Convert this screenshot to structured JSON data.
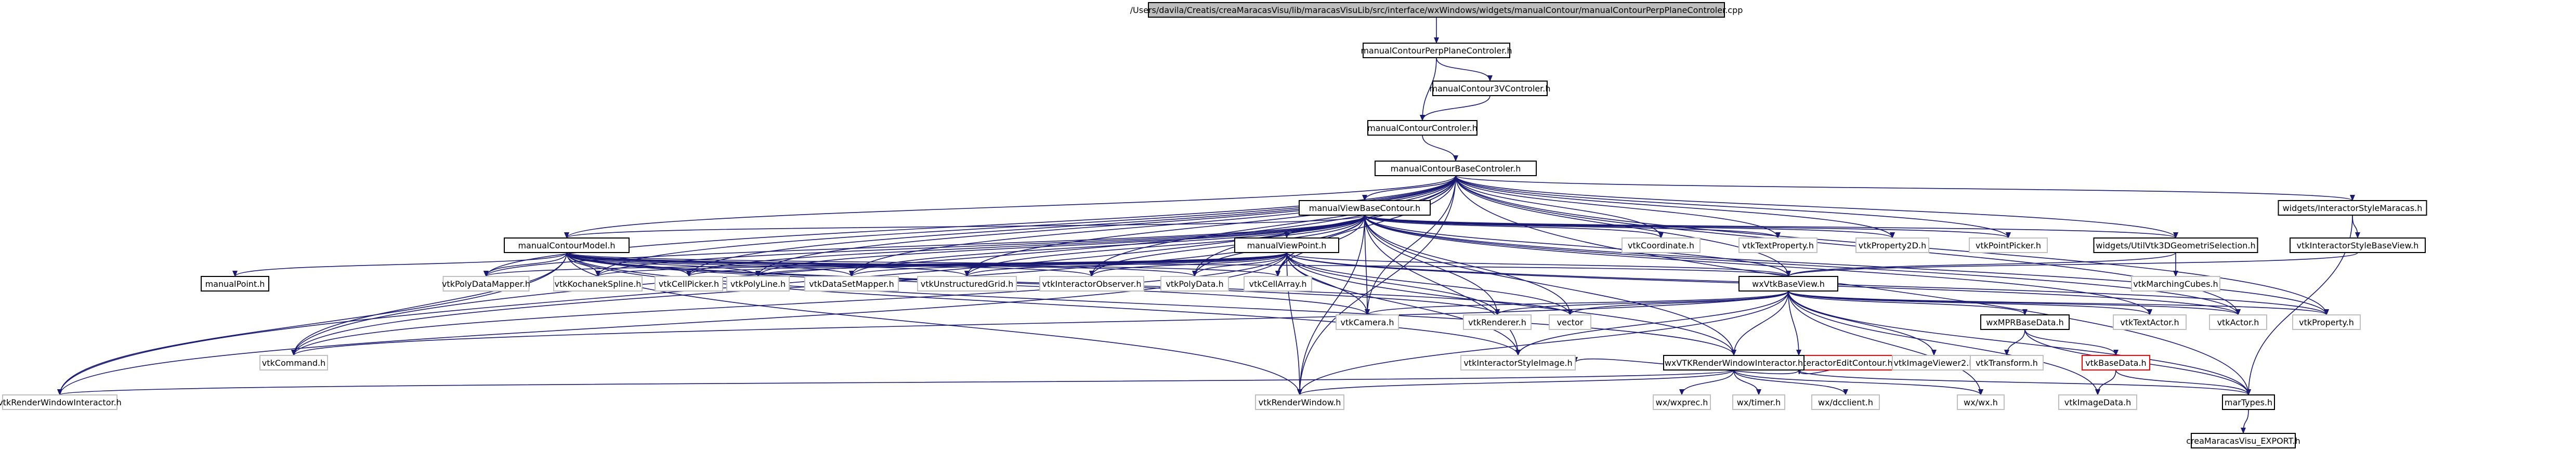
{
  "colors": {
    "edge": "#191970",
    "root_fill": "#bfbfbf",
    "box_border": "#000000",
    "plain_border": "#bfbfbf",
    "missing_border": "#ff0000"
  },
  "nodes": [
    {
      "id": "root",
      "label": "/Users/davila/Creatis/creaMaracasVisu/lib/maracasVisuLib/src/interface/wxWindows/widgets/manualContour/manualContourPerpPlaneControler.cpp",
      "style": "root"
    },
    {
      "id": "perp",
      "label": "manualContourPerpPlaneControler.h"
    },
    {
      "id": "ctr3v",
      "label": "manualContour3VControler.h"
    },
    {
      "id": "ctrl",
      "label": "manualContourControler.h"
    },
    {
      "id": "basectrl",
      "label": "manualContourBaseControler.h"
    },
    {
      "id": "viewbase",
      "label": "manualViewBaseContour.h"
    },
    {
      "id": "model",
      "label": "manualContourModel.h"
    },
    {
      "id": "viewpoint",
      "label": "manualViewPoint.h"
    },
    {
      "id": "manualpoint",
      "label": "manualPoint.h"
    },
    {
      "id": "wxvtkbase",
      "label": "wxVtkBaseView.h"
    },
    {
      "id": "wxrwi3d",
      "label": "wxVTKRenderWindowInteractorEditContour.h",
      "style": "red"
    },
    {
      "id": "wxrwi",
      "label": "wxVTKRenderWindowInteractor.h"
    },
    {
      "id": "wxmpr",
      "label": "wxMPRBaseData.h"
    },
    {
      "id": "vtkbasedata",
      "label": "vtkBaseData.h",
      "style": "red"
    },
    {
      "id": "martypes",
      "label": "marTypes.h"
    },
    {
      "id": "export",
      "label": "creaMaracasVisu_EXPORT.h"
    },
    {
      "id": "istyle",
      "label": "widgets/InteractorStyleMaracas.h"
    },
    {
      "id": "istylebase",
      "label": "vtkInteractorStyleBaseView.h"
    },
    {
      "id": "utilvtk",
      "label": "widgets/UtilVtk3DGeometriSelection.h"
    },
    {
      "id": "vtkmarching",
      "label": "vtkMarchingCubes.h",
      "style": "plain"
    },
    {
      "id": "vtkcoord",
      "label": "vtkCoordinate.h",
      "style": "plain"
    },
    {
      "id": "vtktextprop",
      "label": "vtkTextProperty.h",
      "style": "plain"
    },
    {
      "id": "vtkprop2d",
      "label": "vtkProperty2D.h",
      "style": "plain"
    },
    {
      "id": "vtkpointpicker",
      "label": "vtkPointPicker.h",
      "style": "plain"
    },
    {
      "id": "vtkpolymapper",
      "label": "vtkPolyDataMapper.h",
      "style": "plain"
    },
    {
      "id": "vtkkochanek",
      "label": "vtkKochanekSpline.h",
      "style": "plain"
    },
    {
      "id": "vtkcellpicker",
      "label": "vtkCellPicker.h",
      "style": "plain"
    },
    {
      "id": "vtkpolyline",
      "label": "vtkPolyLine.h",
      "style": "plain"
    },
    {
      "id": "vtkdsmapper",
      "label": "vtkDataSetMapper.h",
      "style": "plain"
    },
    {
      "id": "vtkugrid",
      "label": "vtkUnstructuredGrid.h",
      "style": "plain"
    },
    {
      "id": "vtkintobs",
      "label": "vtkInteractorObserver.h",
      "style": "plain"
    },
    {
      "id": "vtkpolydata",
      "label": "vtkPolyData.h",
      "style": "plain"
    },
    {
      "id": "vtkcellarray",
      "label": "vtkCellArray.h",
      "style": "plain"
    },
    {
      "id": "vtkcamera",
      "label": "vtkCamera.h",
      "style": "plain"
    },
    {
      "id": "vtkrenderer",
      "label": "vtkRenderer.h",
      "style": "plain"
    },
    {
      "id": "vector",
      "label": "vector",
      "style": "plain"
    },
    {
      "id": "vtktextactor",
      "label": "vtkTextActor.h",
      "style": "plain"
    },
    {
      "id": "vtkactor",
      "label": "vtkActor.h",
      "style": "plain"
    },
    {
      "id": "vtkproperty",
      "label": "vtkProperty.h",
      "style": "plain"
    },
    {
      "id": "vtkcommand",
      "label": "vtkCommand.h",
      "style": "plain"
    },
    {
      "id": "vtkistyleimage",
      "label": "vtkInteractorStyleImage.h",
      "style": "plain"
    },
    {
      "id": "vtkimageviewer2",
      "label": "vtkImageViewer2.h",
      "style": "plain"
    },
    {
      "id": "vtktransform",
      "label": "vtkTransform.h",
      "style": "plain"
    },
    {
      "id": "vtkrwi",
      "label": "vtkRenderWindowInteractor.h",
      "style": "plain"
    },
    {
      "id": "vtkrenderwindow",
      "label": "vtkRenderWindow.h",
      "style": "plain"
    },
    {
      "id": "wxwxprec",
      "label": "wx/wxprec.h",
      "style": "plain"
    },
    {
      "id": "wxtimer",
      "label": "wx/timer.h",
      "style": "plain"
    },
    {
      "id": "wxdcclient",
      "label": "wx/dcclient.h",
      "style": "plain"
    },
    {
      "id": "wxwx",
      "label": "wx/wx.h",
      "style": "plain"
    },
    {
      "id": "vtkimagedata",
      "label": "vtkImageData.h",
      "style": "plain"
    }
  ],
  "edges": [
    [
      "root",
      "perp"
    ],
    [
      "perp",
      "ctr3v"
    ],
    [
      "perp",
      "ctrl"
    ],
    [
      "ctr3v",
      "ctrl"
    ],
    [
      "ctrl",
      "basectrl"
    ],
    [
      "basectrl",
      "viewbase"
    ],
    [
      "basectrl",
      "model"
    ],
    [
      "basectrl",
      "istyle"
    ],
    [
      "basectrl",
      "utilvtk"
    ],
    [
      "basectrl",
      "wxvtkbase"
    ],
    [
      "basectrl",
      "vtkcoord"
    ],
    [
      "basectrl",
      "vtktextprop"
    ],
    [
      "basectrl",
      "vtkprop2d"
    ],
    [
      "basectrl",
      "vtkpointpicker"
    ],
    [
      "basectrl",
      "vtkpolymapper"
    ],
    [
      "basectrl",
      "vtkkochanek"
    ],
    [
      "basectrl",
      "vtkcellpicker"
    ],
    [
      "basectrl",
      "vtkpolyline"
    ],
    [
      "basectrl",
      "vtkdsmapper"
    ],
    [
      "basectrl",
      "vtkugrid"
    ],
    [
      "basectrl",
      "vtkintobs"
    ],
    [
      "basectrl",
      "vtkpolydata"
    ],
    [
      "basectrl",
      "vtkcellarray"
    ],
    [
      "basectrl",
      "vtkcommand"
    ],
    [
      "basectrl",
      "vtkrwi"
    ],
    [
      "basectrl",
      "vtkrenderwindow"
    ],
    [
      "basectrl",
      "martypes"
    ],
    [
      "basectrl",
      "vtkproperty"
    ],
    [
      "basectrl",
      "vtkcamera"
    ],
    [
      "basectrl",
      "vtkactor"
    ],
    [
      "viewbase",
      "model"
    ],
    [
      "viewbase",
      "viewpoint"
    ],
    [
      "viewbase",
      "wxvtkbase"
    ],
    [
      "viewbase",
      "utilvtk"
    ],
    [
      "viewbase",
      "vtkcoord"
    ],
    [
      "viewbase",
      "vtktextprop"
    ],
    [
      "viewbase",
      "vtkprop2d"
    ],
    [
      "viewbase",
      "vtkpointpicker"
    ],
    [
      "viewbase",
      "vtkpolymapper"
    ],
    [
      "viewbase",
      "vtkkochanek"
    ],
    [
      "viewbase",
      "vtkcellpicker"
    ],
    [
      "viewbase",
      "vtkpolyline"
    ],
    [
      "viewbase",
      "vtkdsmapper"
    ],
    [
      "viewbase",
      "vtkugrid"
    ],
    [
      "viewbase",
      "vtkintobs"
    ],
    [
      "viewbase",
      "vtkpolydata"
    ],
    [
      "viewbase",
      "vtkcellarray"
    ],
    [
      "viewbase",
      "vtkcamera"
    ],
    [
      "viewbase",
      "vtkrenderer"
    ],
    [
      "viewbase",
      "vector"
    ],
    [
      "viewbase",
      "vtktextactor"
    ],
    [
      "viewbase",
      "vtkactor"
    ],
    [
      "viewbase",
      "vtkproperty"
    ],
    [
      "viewbase",
      "wxrwi"
    ],
    [
      "viewbase",
      "vtkistyleimage"
    ],
    [
      "viewbase",
      "vtkrenderwindow"
    ],
    [
      "viewbase",
      "vtkcommand"
    ],
    [
      "model",
      "manualpoint"
    ],
    [
      "model",
      "vtkpolymapper"
    ],
    [
      "model",
      "vtkkochanek"
    ],
    [
      "model",
      "vtkcellpicker"
    ],
    [
      "model",
      "vtkpolyline"
    ],
    [
      "model",
      "vtkdsmapper"
    ],
    [
      "model",
      "vtkugrid"
    ],
    [
      "model",
      "vtkintobs"
    ],
    [
      "model",
      "vtkpolydata"
    ],
    [
      "model",
      "vtkcellarray"
    ],
    [
      "model",
      "vtkcamera"
    ],
    [
      "model",
      "vtkrenderer"
    ],
    [
      "model",
      "vector"
    ],
    [
      "model",
      "vtkcommand"
    ],
    [
      "model",
      "vtkrwi"
    ],
    [
      "model",
      "vtkrenderwindow"
    ],
    [
      "model",
      "vtkistyleimage"
    ],
    [
      "model",
      "wxrwi"
    ],
    [
      "model",
      "wxvtkbase"
    ],
    [
      "viewpoint",
      "wxvtkbase"
    ],
    [
      "viewpoint",
      "vtkpolymapper"
    ],
    [
      "viewpoint",
      "vtkkochanek"
    ],
    [
      "viewpoint",
      "vtkcellpicker"
    ],
    [
      "viewpoint",
      "vtkpolyline"
    ],
    [
      "viewpoint",
      "vtkdsmapper"
    ],
    [
      "viewpoint",
      "vtkugrid"
    ],
    [
      "viewpoint",
      "vtkintobs"
    ],
    [
      "viewpoint",
      "vtkpolydata"
    ],
    [
      "viewpoint",
      "vtkcellarray"
    ],
    [
      "viewpoint",
      "vtkcamera"
    ],
    [
      "viewpoint",
      "vtkrenderer"
    ],
    [
      "viewpoint",
      "vector"
    ],
    [
      "viewpoint",
      "vtkcommand"
    ],
    [
      "viewpoint",
      "vtkrwi"
    ],
    [
      "viewpoint",
      "vtkrenderwindow"
    ],
    [
      "viewpoint",
      "vtkistyleimage"
    ],
    [
      "viewpoint",
      "wxrwi"
    ],
    [
      "viewpoint",
      "vtkactor"
    ],
    [
      "viewpoint",
      "vtkproperty"
    ],
    [
      "wxvtkbase",
      "wxrwi3d"
    ],
    [
      "wxvtkbase",
      "wxrwi"
    ],
    [
      "wxvtkbase",
      "wxmpr"
    ],
    [
      "wxvtkbase",
      "martypes"
    ],
    [
      "wxvtkbase",
      "vtkcamera"
    ],
    [
      "wxvtkbase",
      "vtkrenderer"
    ],
    [
      "wxvtkbase",
      "vector"
    ],
    [
      "wxvtkbase",
      "vtktextactor"
    ],
    [
      "wxvtkbase",
      "vtkactor"
    ],
    [
      "wxvtkbase",
      "vtkproperty"
    ],
    [
      "wxvtkbase",
      "vtkistyleimage"
    ],
    [
      "wxvtkbase",
      "vtkimageviewer2"
    ],
    [
      "wxvtkbase",
      "vtkrenderwindow"
    ],
    [
      "wxvtkbase",
      "vtkcommand"
    ],
    [
      "wxvtkbase",
      "wxwx"
    ],
    [
      "wxvtkbase",
      "vtkimagedata"
    ],
    [
      "wxrwi3d",
      "wxrwi"
    ],
    [
      "wxrwi3d",
      "vtkistyleimage"
    ],
    [
      "wxrwi3d",
      "vtkimageviewer2"
    ],
    [
      "wxrwi3d",
      "martypes"
    ],
    [
      "wxrwi",
      "wxwxprec"
    ],
    [
      "wxrwi",
      "wxtimer"
    ],
    [
      "wxrwi",
      "wxdcclient"
    ],
    [
      "wxrwi",
      "wxwx"
    ],
    [
      "wxrwi",
      "vtkrwi"
    ],
    [
      "wxrwi",
      "vtkrenderwindow"
    ],
    [
      "wxmpr",
      "vtkbasedata"
    ],
    [
      "wxmpr",
      "vtktransform"
    ],
    [
      "wxmpr",
      "martypes"
    ],
    [
      "vtkbasedata",
      "martypes"
    ],
    [
      "vtkbasedata",
      "vtkimagedata"
    ],
    [
      "martypes",
      "export"
    ],
    [
      "istyle",
      "istylebase"
    ],
    [
      "istyle",
      "martypes"
    ],
    [
      "istylebase",
      "wxvtkbase"
    ],
    [
      "utilvtk",
      "vtkmarching"
    ],
    [
      "utilvtk",
      "wxvtkbase"
    ]
  ]
}
